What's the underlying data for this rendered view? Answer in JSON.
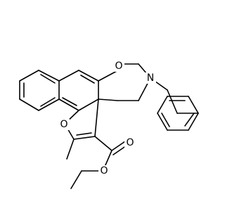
{
  "structure": {
    "background_color": "#ffffff",
    "line_color": "#000000",
    "heteroatom_color": "#ff0000",
    "nitrogen_color": "#0000ff",
    "atoms": {
      "O1": {
        "symbol": "O"
      },
      "O2": {
        "symbol": "O"
      },
      "O3": {
        "symbol": "O"
      },
      "O4": {
        "symbol": "O"
      },
      "N1": {
        "symbol": "N"
      }
    }
  }
}
